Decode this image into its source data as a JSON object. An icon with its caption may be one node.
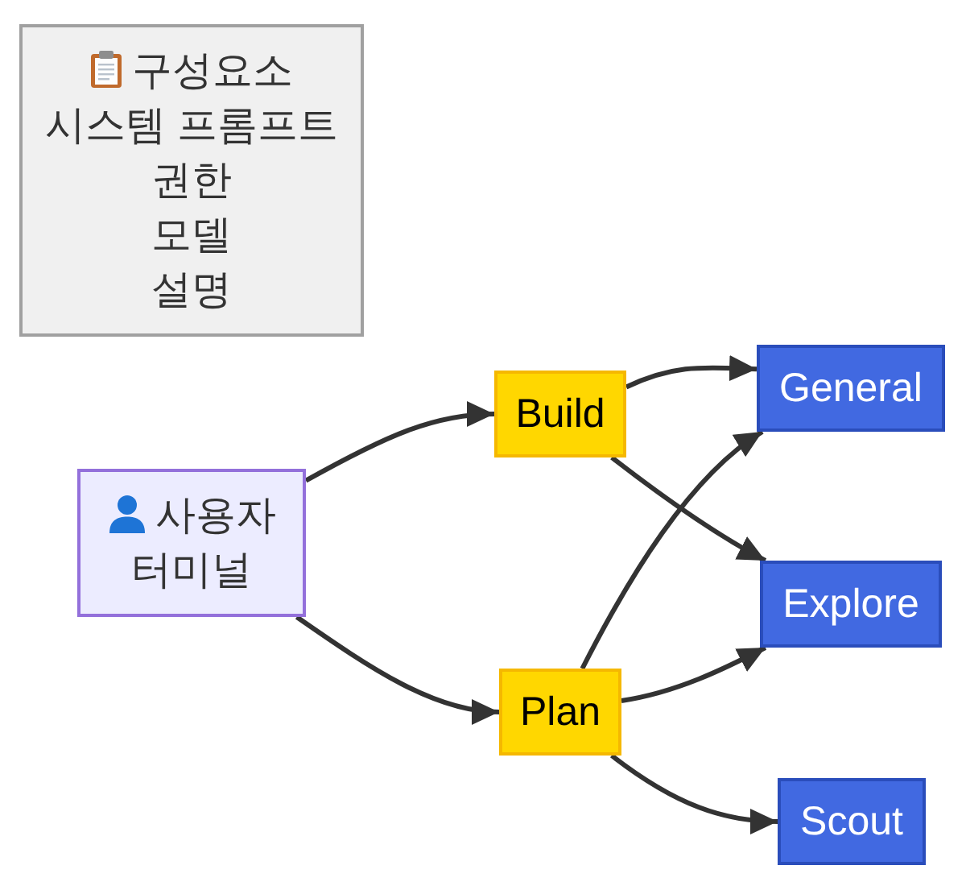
{
  "diagram": {
    "nodes": [
      {
        "text": [
          "구성요소",
          "시스템 프롬프트",
          "권한",
          "모델",
          "설명"
        ]
      },
      {
        "text": [
          "사용자 터미널"
        ]
      },
      {
        "text": [
          "Build"
        ]
      },
      {
        "text": [
          "Plan"
        ]
      },
      {
        "text": [
          "General"
        ]
      },
      {
        "text": [
          "Explore"
        ]
      },
      {
        "text": [
          "Scout"
        ]
      }
    ],
    "edges": [
      {
        "from": 1,
        "to": 2,
        "arrow": "to"
      },
      {
        "from": 1,
        "to": 3,
        "arrow": "to"
      },
      {
        "from": 2,
        "to": 4,
        "arrow": "to"
      },
      {
        "from": 2,
        "to": 5,
        "arrow": "to"
      },
      {
        "from": 3,
        "to": 4,
        "arrow": "to"
      },
      {
        "from": 3,
        "to": 5,
        "arrow": "to"
      },
      {
        "from": 3,
        "to": 6,
        "arrow": "to"
      }
    ]
  }
}
